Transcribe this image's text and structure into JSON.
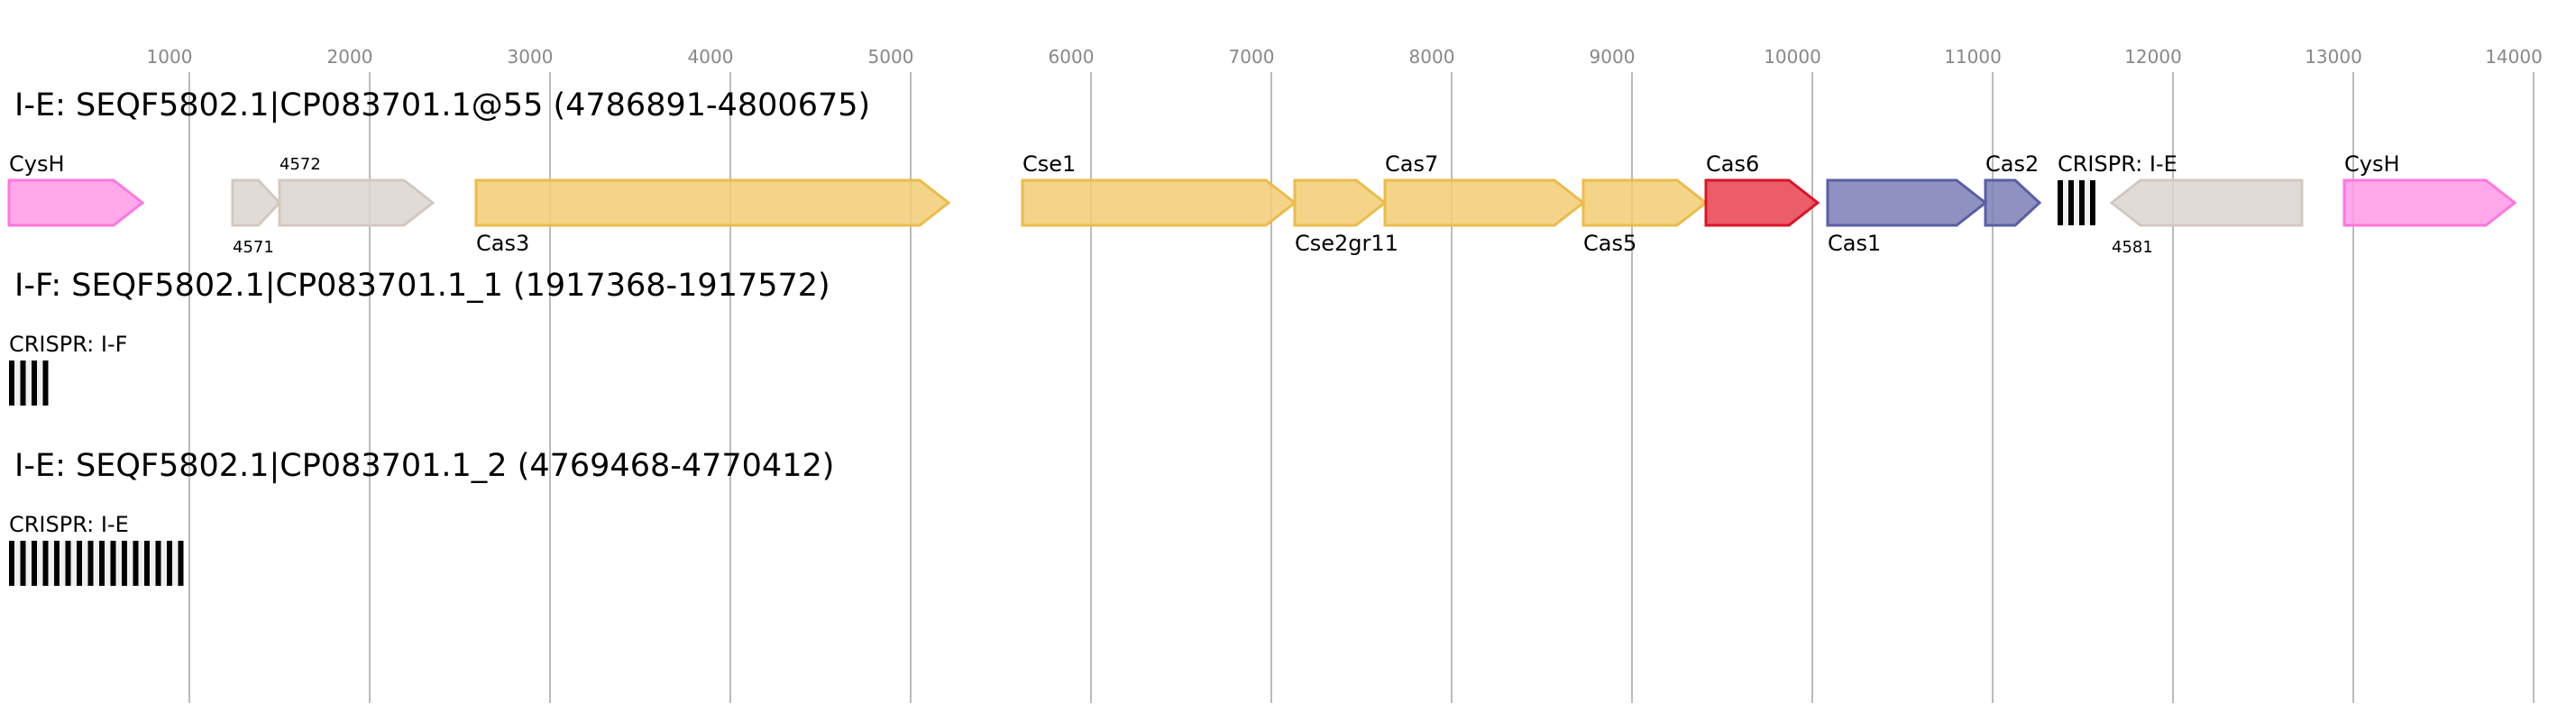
{
  "axis": {
    "ticks": [
      1000,
      2000,
      3000,
      4000,
      5000,
      6000,
      7000,
      8000,
      9000,
      10000,
      11000,
      12000,
      13000,
      14000
    ]
  },
  "colors": {
    "cysh": {
      "fill": "#ff99e6",
      "stroke": "#ff77dd"
    },
    "unknown": {
      "fill": "#dcd5d0",
      "stroke": "#d3c8bf"
    },
    "effector": {
      "fill": "#f1cd73",
      "stroke": "#ecbb4a"
    },
    "cas6": {
      "fill": "#e6414f",
      "stroke": "#dc1426"
    },
    "adaptation": {
      "fill": "#7b7fb5",
      "stroke": "#5a5ea5"
    },
    "crispr": "#000000"
  },
  "loci": [
    {
      "title": "I-E: SEQF5802.1|CP083701.1@55 (4786891-4800675)",
      "genes": [
        {
          "name": "CysH",
          "start": 0,
          "end": 740,
          "strand": 1,
          "color": "cysh",
          "label_pos": "above",
          "small": false
        },
        {
          "name": "4571",
          "start": 1240,
          "end": 1500,
          "strand": 1,
          "color": "unknown",
          "label_pos": "below",
          "small": true
        },
        {
          "name": "4572",
          "start": 1500,
          "end": 2350,
          "strand": 1,
          "color": "unknown",
          "label_pos": "above",
          "small": true
        },
        {
          "name": "Cas3",
          "start": 2590,
          "end": 5210,
          "strand": 1,
          "color": "effector",
          "label_pos": "below",
          "small": false
        },
        {
          "name": "Cse1",
          "start": 5620,
          "end": 7130,
          "strand": 1,
          "color": "effector",
          "label_pos": "above",
          "small": false
        },
        {
          "name": "Cse2gr11",
          "start": 7130,
          "end": 7630,
          "strand": 1,
          "color": "effector",
          "label_pos": "below",
          "small": false
        },
        {
          "name": "Cas7",
          "start": 7630,
          "end": 8730,
          "strand": 1,
          "color": "effector",
          "label_pos": "above",
          "small": false
        },
        {
          "name": "Cas5",
          "start": 8730,
          "end": 9410,
          "strand": 1,
          "color": "effector",
          "label_pos": "below",
          "small": false
        },
        {
          "name": "Cas6",
          "start": 9410,
          "end": 10030,
          "strand": 1,
          "color": "cas6",
          "label_pos": "above",
          "small": false
        },
        {
          "name": "Cas1",
          "start": 10085,
          "end": 10960,
          "strand": 1,
          "color": "adaptation",
          "label_pos": "below",
          "small": false
        },
        {
          "name": "Cas2",
          "start": 10960,
          "end": 11260,
          "strand": 1,
          "color": "adaptation",
          "label_pos": "above",
          "small": false
        },
        {
          "name": "4581",
          "start": 11660,
          "end": 12715,
          "strand": -1,
          "color": "unknown",
          "label_pos": "below",
          "small": true
        },
        {
          "name": "CysH",
          "start": 12950,
          "end": 13895,
          "strand": 1,
          "color": "cysh",
          "label_pos": "above",
          "small": false
        }
      ],
      "crisprs": [
        {
          "name": "CRISPR: I-E",
          "start": 11360,
          "repeats": 4
        }
      ]
    },
    {
      "title": "I-F: SEQF5802.1|CP083701.1_1 (1917368-1917572)",
      "genes": [],
      "crisprs": [
        {
          "name": "CRISPR: I-F",
          "start": 0,
          "repeats": 4
        }
      ]
    },
    {
      "title": "I-E: SEQF5802.1|CP083701.1_2 (4769468-4770412)",
      "genes": [],
      "crisprs": [
        {
          "name": "CRISPR: I-E",
          "start": 0,
          "repeats": 16
        }
      ]
    }
  ]
}
